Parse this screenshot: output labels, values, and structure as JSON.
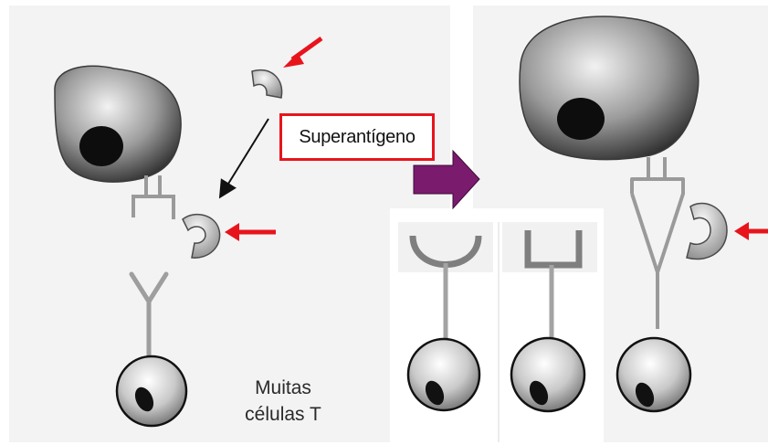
{
  "labels": {
    "superantigen": "Superantígeno",
    "caption_line1": "Muitas",
    "caption_line2": "células T"
  },
  "colors": {
    "panel_bg": "#f3f3f3",
    "arrow_red": "#e8141c",
    "arrow_purple": "#7a1b6e",
    "receptor_gray": "#a3a3a3"
  }
}
